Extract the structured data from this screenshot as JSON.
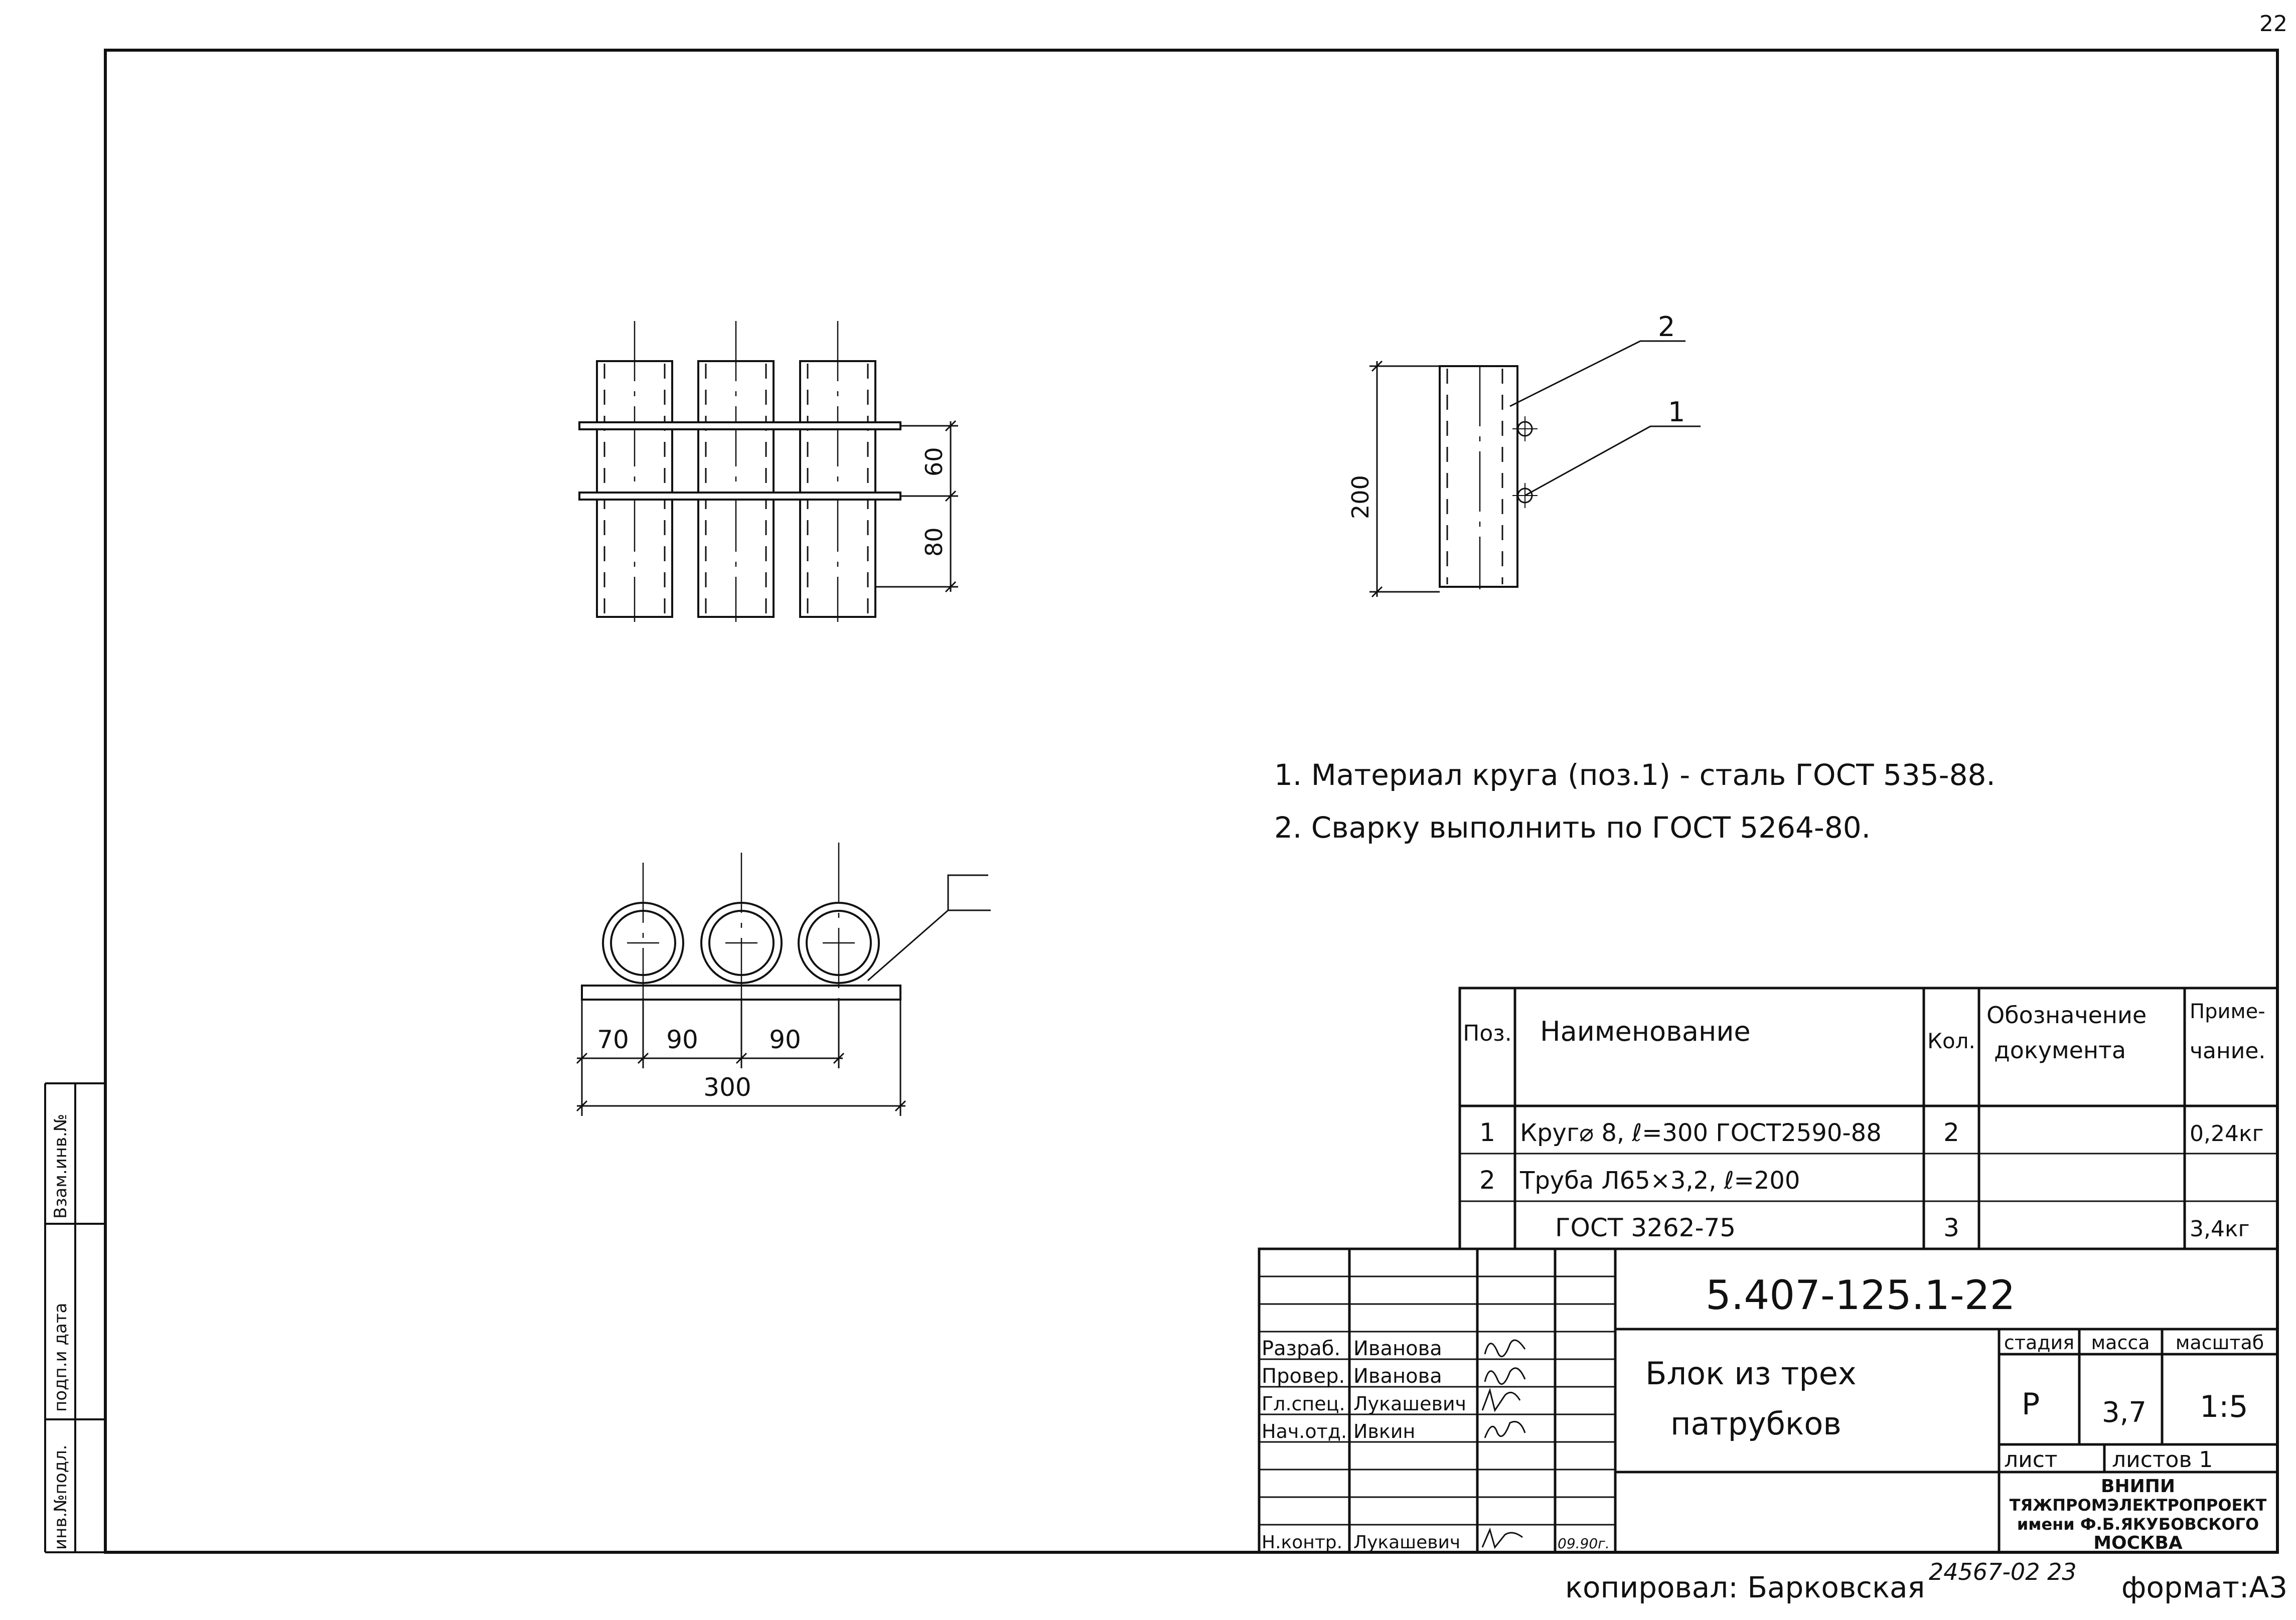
{
  "sheet": {
    "corner_number": "22",
    "copied_by": "копировал: Барковская",
    "archive_number": "24567-02 23",
    "format": "формат:А3"
  },
  "side_stamp": {
    "inv_podl": "инв.№подл.",
    "podp_data": "подп.и дата",
    "vzam_inv": "Взам.инв.№"
  },
  "drawing": {
    "dim_60": "60",
    "dim_80": "80",
    "dim_200": "200",
    "dim_70": "70",
    "dim_90a": "90",
    "dim_90b": "90",
    "dim_300": "300",
    "leader_1": "1",
    "leader_2": "2"
  },
  "notes": [
    "1. Материал круга (поз.1) - сталь ГОСТ 535-88.",
    "2. Сварку выполнить по ГОСТ 5264-80."
  ],
  "spec_table": {
    "headers": {
      "pos": "Поз.",
      "name": "Наименование",
      "qty": "Кол.",
      "doc": [
        "Обозначение",
        "документа"
      ],
      "note": [
        "Приме-",
        "чание."
      ]
    },
    "rows": [
      {
        "pos": "1",
        "name": "Круг⌀ 8, ℓ=300 ГОСТ2590-88",
        "qty": "2",
        "doc": "",
        "note": "0,24кг"
      },
      {
        "pos": "2",
        "name": "Труба Л65×3,2, ℓ=200",
        "qty": "",
        "doc": "",
        "note": ""
      },
      {
        "pos": "",
        "name": "ГОСТ 3262-75",
        "qty": "3",
        "doc": "",
        "note": "3,4кг"
      }
    ]
  },
  "title_block": {
    "code": "5.407-125.1-22",
    "title_line1": "Блок из трех",
    "title_line2": "патрубков",
    "stage_label": "стадия",
    "mass_label": "масса",
    "scale_label": "масштаб",
    "stage": "Р",
    "mass": "3,7",
    "scale": "1:5",
    "sheet_label": "лист",
    "sheets_label": "листов 1",
    "org_line1": "ВНИПИ",
    "org_line2": "ТЯЖПРОМЭЛЕКТРОПРОЕКТ",
    "org_line3": "имени Ф.Б.ЯКУБОВСКОГО",
    "org_line4": "МОСКВА",
    "people": [
      {
        "role": "Разраб.",
        "name": "Иванова"
      },
      {
        "role": "Провер.",
        "name": "Иванова"
      },
      {
        "role": "Гл.спец.",
        "name": "Лукашевич"
      },
      {
        "role": "Нач.отд.",
        "name": "Ивкин"
      }
    ],
    "norm_control": {
      "role": "Н.контр.",
      "name": "Лукашевич",
      "date": "09.90г."
    }
  }
}
